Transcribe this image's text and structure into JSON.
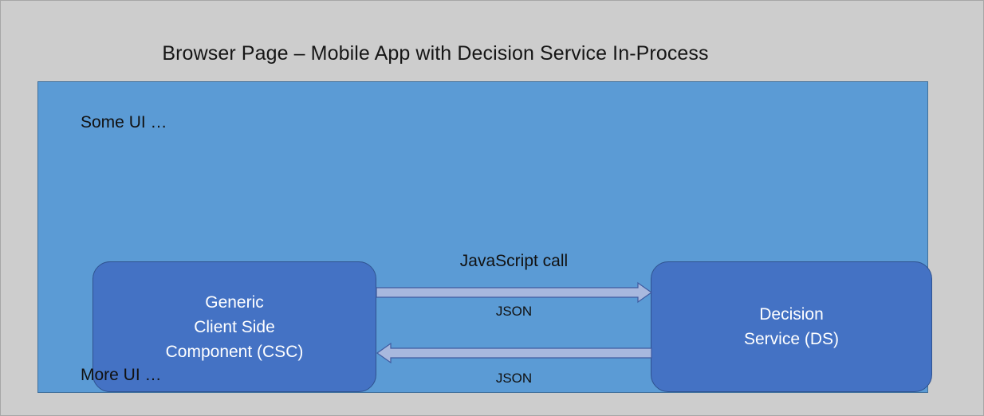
{
  "slide": {
    "title": "Browser Page – Mobile App with Decision Service In-Process",
    "background_color": "#cdcdcd",
    "border_color": "#a6a6a6"
  },
  "browser_panel": {
    "fill_color": "#5B9BD5",
    "border_color": "#41719C",
    "top_note": "Some UI …",
    "bottom_note": "More UI …"
  },
  "boxes": {
    "fill_color": "#4472C4",
    "border_color": "#2F528F",
    "text_color": "#FFFFFF",
    "client": {
      "lines": [
        "Generic",
        "Client Side",
        "Component (CSC)"
      ]
    },
    "service": {
      "lines": [
        "Decision",
        "Service (DS)"
      ]
    }
  },
  "arrows": {
    "fill_color": "#A8B8DE",
    "outline_color": "#3F5BA0",
    "request": {
      "direction": "right",
      "title_label": "JavaScript call",
      "payload_label": "JSON"
    },
    "response": {
      "direction": "left",
      "payload_label": "JSON"
    }
  }
}
